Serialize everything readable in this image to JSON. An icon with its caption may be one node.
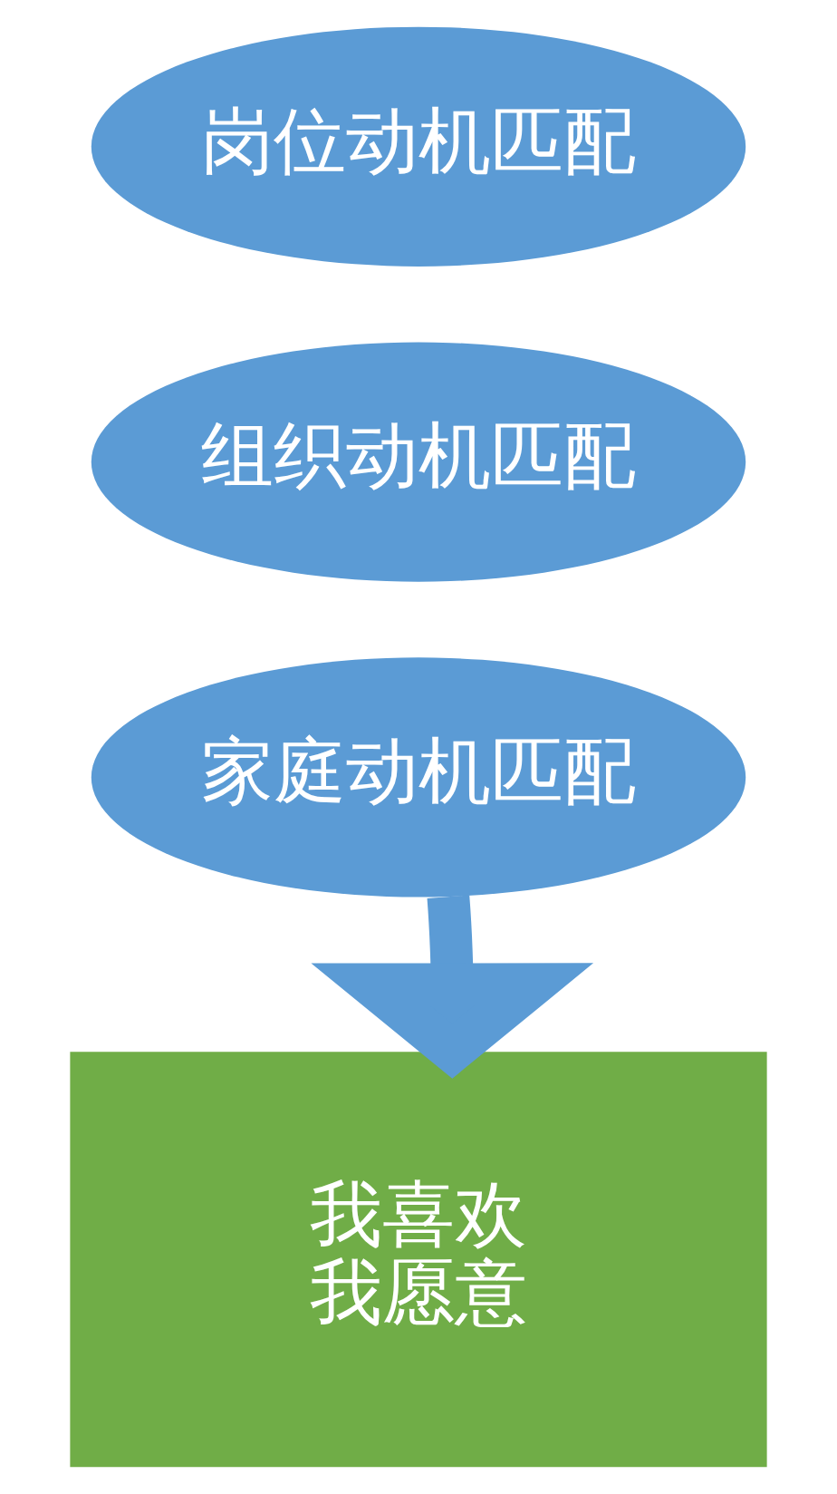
{
  "diagram": {
    "nodes": [
      {
        "text": [
          "岗位动机匹配"
        ]
      },
      {
        "text": [
          "组织动机匹配"
        ]
      },
      {
        "text": [
          "家庭动机匹配"
        ]
      },
      {
        "text": [
          "我喜欢",
          "我愿意"
        ]
      }
    ],
    "edges": [
      {
        "from": 2,
        "to": 3,
        "arrow": "to"
      }
    ]
  }
}
